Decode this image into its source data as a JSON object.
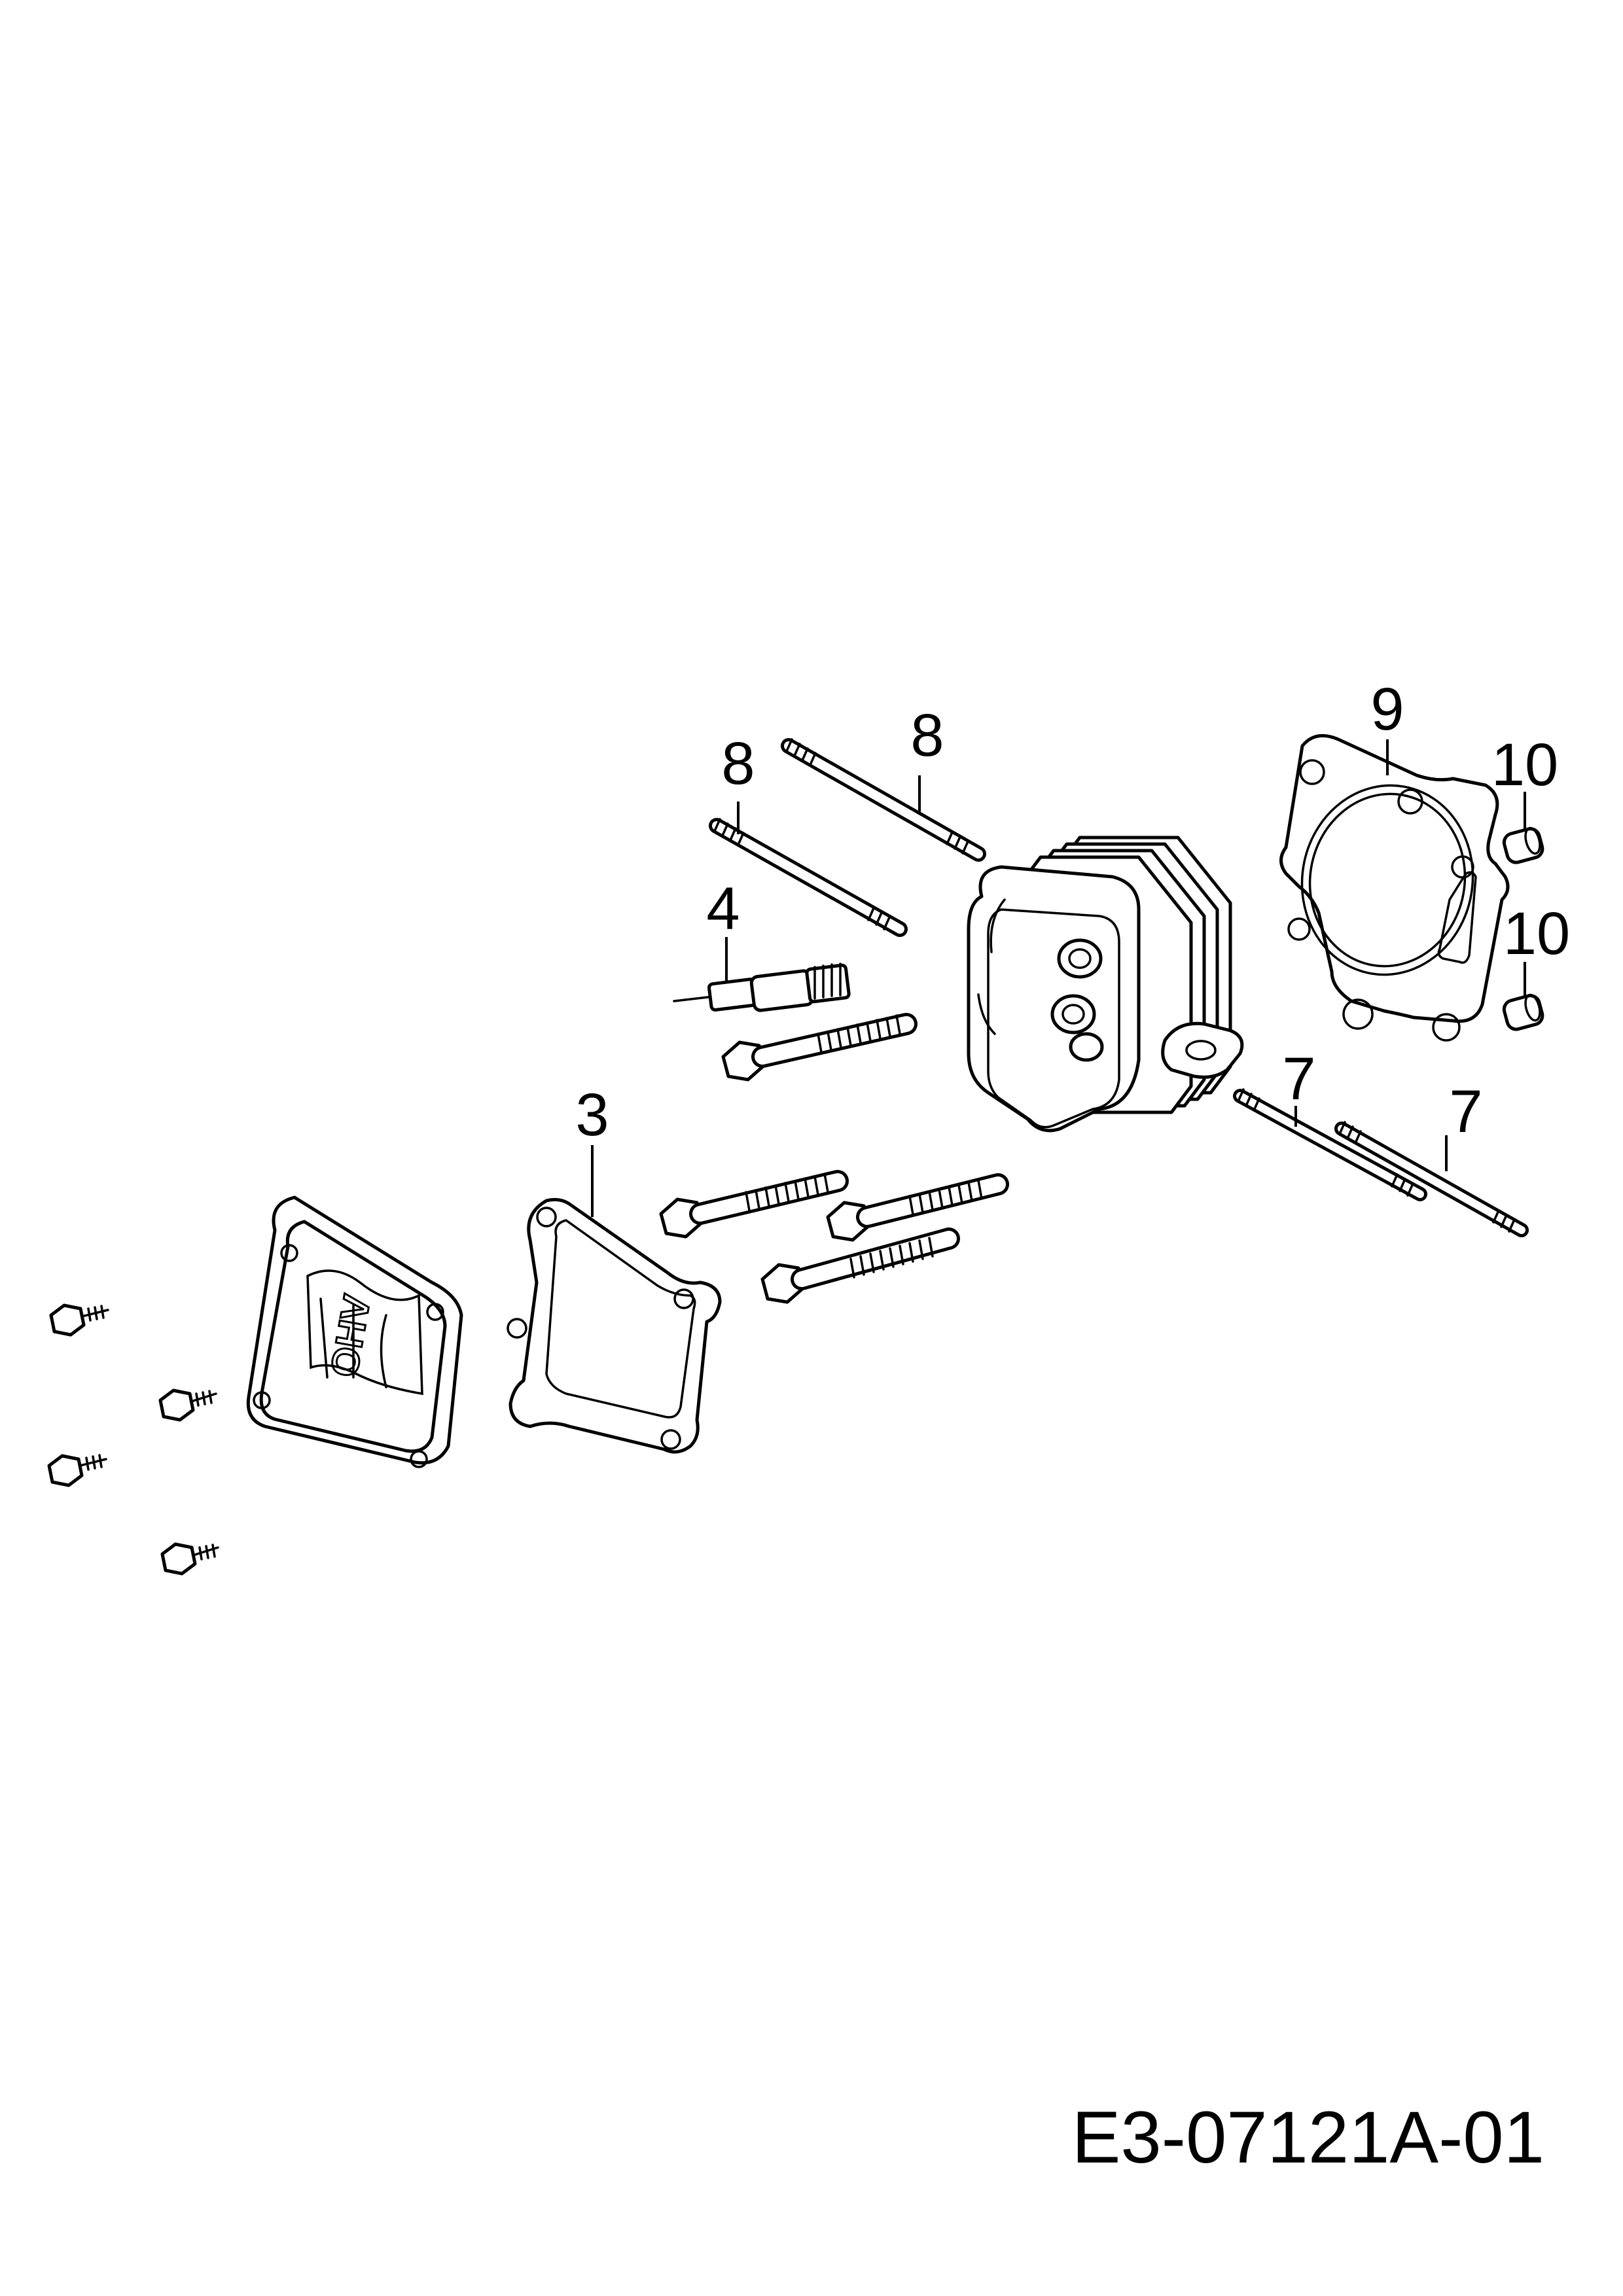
{
  "drawing_code": "E3-07121A-01",
  "callouts": [
    {
      "id": "stud-a",
      "label": "8"
    },
    {
      "id": "stud-b",
      "label": "8"
    },
    {
      "id": "spark-plug",
      "label": "4"
    },
    {
      "id": "cover-gasket",
      "label": "3"
    },
    {
      "id": "head-gasket",
      "label": "9"
    },
    {
      "id": "dowel-a",
      "label": "10"
    },
    {
      "id": "dowel-b",
      "label": "10"
    },
    {
      "id": "stud-c",
      "label": "7"
    },
    {
      "id": "stud-d",
      "label": "7"
    }
  ],
  "cover_emblem": "OHV"
}
